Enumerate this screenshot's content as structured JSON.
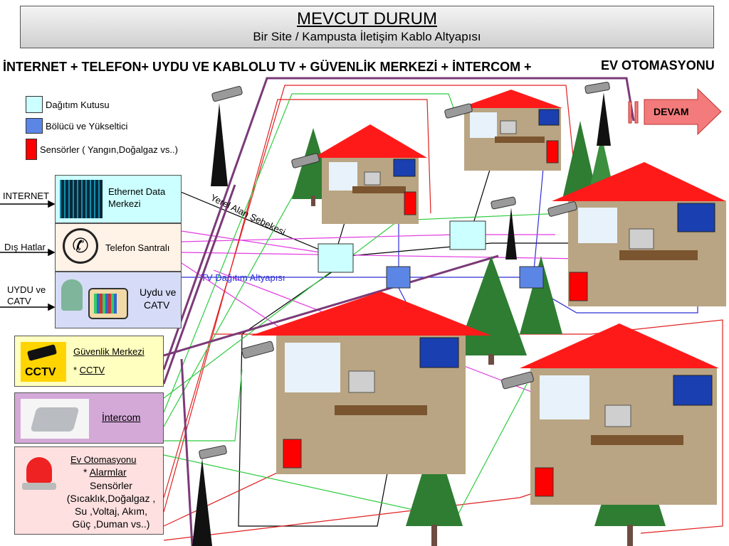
{
  "title": {
    "main": "MEVCUT DURUM",
    "subtitle": "Bir Site / Kampusta İletişim Kablo Altyapısı"
  },
  "services_line": "İNTERNET + TELEFON+ UYDU VE KABLOLU TV +  GÜVENLİK MERKEZİ  + İNTERCOM  +",
  "services_extra": "EV OTOMASYONU",
  "devam_label": "DEVAM",
  "legend": [
    {
      "label": "Dağıtım Kutusu",
      "color": "#ccffff"
    },
    {
      "label": "Bölücü ve Yükseltici",
      "color": "#5b86e6"
    },
    {
      "label": "Sensörler ( Yangın,Doğalgaz vs..)",
      "color": "#ff0000"
    }
  ],
  "inputs": {
    "internet": "INTERNET",
    "dis_hatlar": "Dış Hatlar",
    "uydu_line1": "UYDU ve",
    "uydu_line2": "CATV"
  },
  "sources": {
    "ethernet_line1": "Ethernet Data",
    "ethernet_line2": "Merkezi",
    "telefon": "Telefon Santralı",
    "uydu_line1": "Uydu ve",
    "uydu_line2": "CATV"
  },
  "panels": {
    "guvenlik_title": "Güvenlik Merkezi",
    "guvenlik_item": "CCTV",
    "cctv_badge": "CCTV",
    "intercom_title": "İntercom",
    "ev_title": "Ev Otomasyonu",
    "ev_alarm": "Alarmlar",
    "ev_lines": [
      "Sensörler",
      "(Sıcaklık,Doğalgaz ,",
      "Su ,Voltaj, Akım,",
      "Güç ,Duman vs..)"
    ]
  },
  "network_labels": {
    "lan": "Yerel Alan Şebekesi",
    "tv": "TV Dağıtım Altyapısı"
  },
  "colors": {
    "roof": "#ff1a1a",
    "sensor": "#ff0000",
    "splitter": "#5b86e6",
    "distribution_box": "#ccffff",
    "security": "#ffffc0",
    "intercom": "#d4a9d8",
    "automation": "#ffe0e0",
    "cable_purple": "#7b3a78",
    "cable_magenta": "#e23ce2",
    "cable_green": "#2ecc40",
    "cable_red": "#e02020",
    "cable_blue": "#2d2dd8",
    "tree": "#2e7d32"
  }
}
